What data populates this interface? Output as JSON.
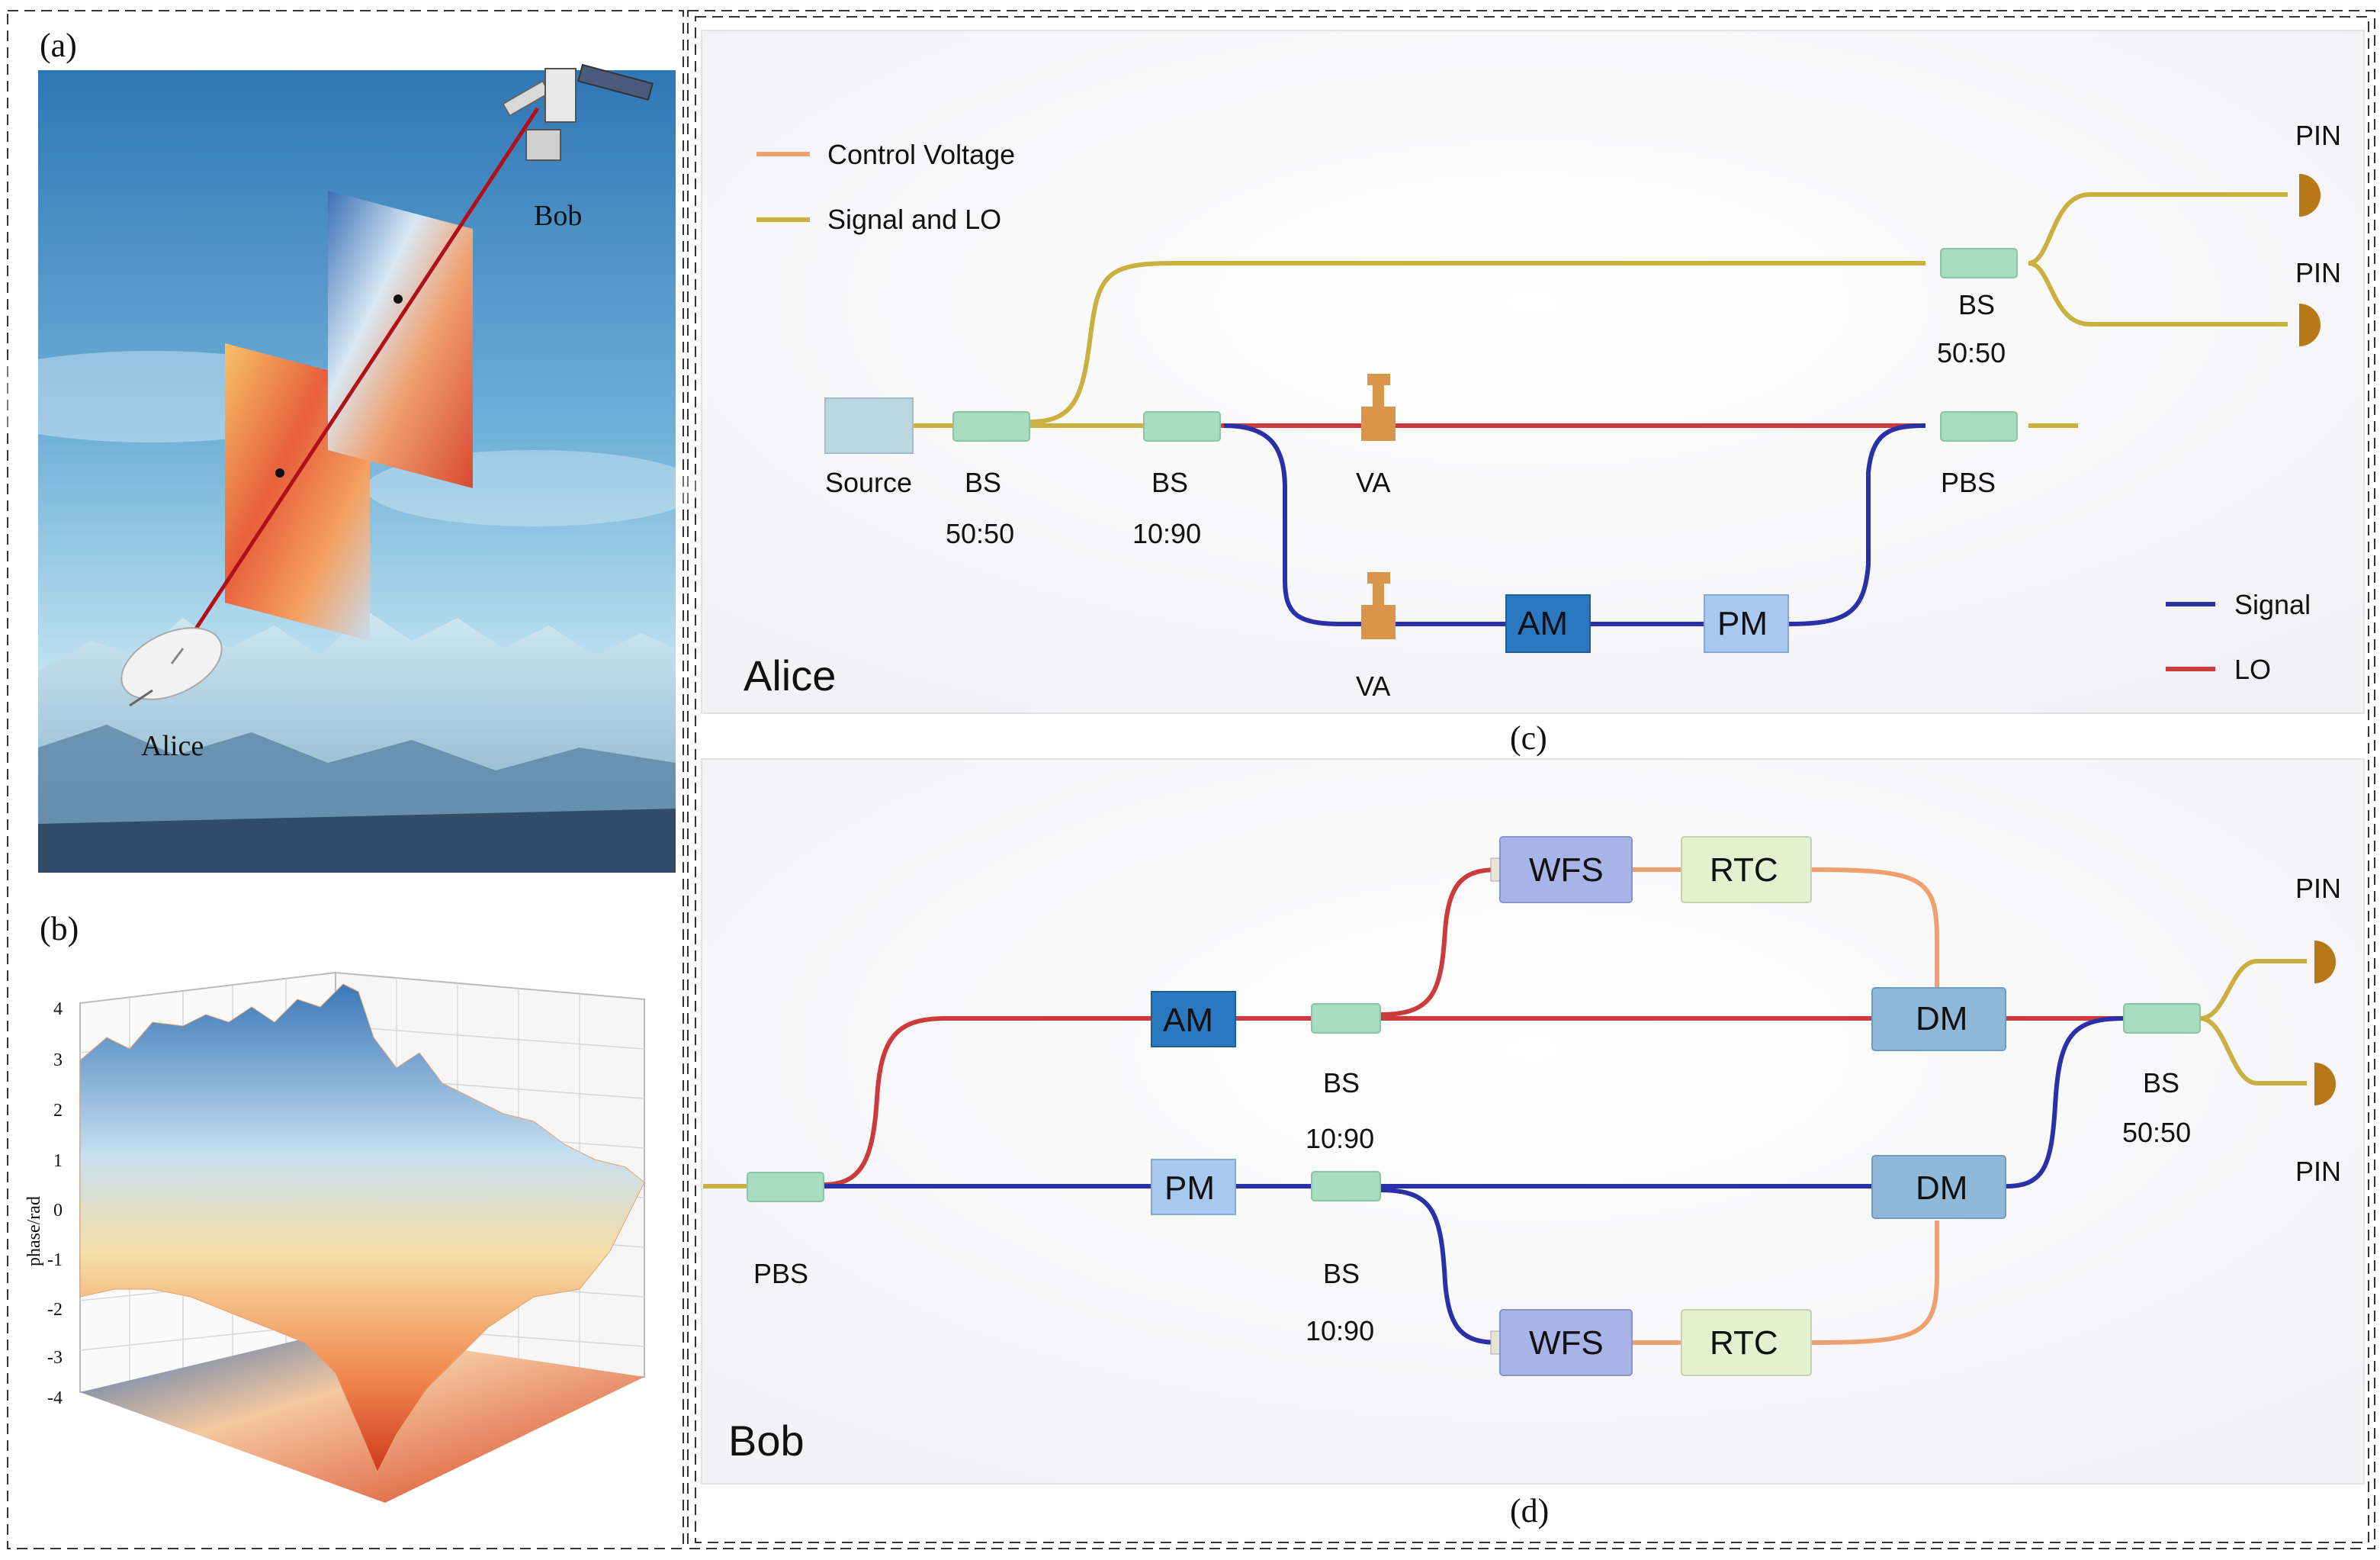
{
  "panels": {
    "a": {
      "letter": "(a)",
      "bob": "Bob",
      "alice": "Alice"
    },
    "b": {
      "letter": "(b)",
      "zlabel": "phase/rad",
      "ticks": [
        "4",
        "3",
        "2",
        "1",
        "0",
        "-1",
        "-2",
        "-3",
        "-4"
      ]
    },
    "c": {
      "letter": "(c)",
      "title": "Alice",
      "legend": {
        "control": "Control Voltage",
        "signal_lo": "Signal and LO",
        "signal": "Signal",
        "lo": "LO"
      },
      "labels": {
        "source": "Source",
        "bs1": "BS",
        "bs1_ratio": "50:50",
        "bs2": "BS",
        "bs2_ratio": "10:90",
        "va_top": "VA",
        "va_bottom": "VA",
        "am": "AM",
        "pm": "PM",
        "pbs": "PBS",
        "bs_out": "BS",
        "bs_out_ratio": "50:50",
        "pin1": "PIN",
        "pin2": "PIN"
      }
    },
    "d": {
      "letter": "(d)",
      "title": "Bob",
      "labels": {
        "pbs": "PBS",
        "am": "AM",
        "pm": "PM",
        "bs_top": "BS",
        "bs_top_ratio": "10:90",
        "bs_bot": "BS",
        "bs_bot_ratio": "10:90",
        "wfs_top": "WFS",
        "rtc_top": "RTC",
        "wfs_bot": "WFS",
        "rtc_bot": "RTC",
        "dm_top": "DM",
        "dm_bot": "DM",
        "bs_out": "BS",
        "bs_out_ratio": "50:50",
        "pin1": "PIN",
        "pin2": "PIN"
      }
    }
  },
  "colors": {
    "control": "#f0a070",
    "signal_lo": "#c9b040",
    "signal": "#2b2fa8",
    "lo": "#cc3b3b",
    "splitter": "#a8dcc0",
    "modulator_dark": "#2a78c0",
    "modulator_light": "#a8c8f0",
    "wfs": "#a8b4e8",
    "rtc": "#e6efd0",
    "dm": "#8fb8d8",
    "va": "#d9954a",
    "pin": "#b87818"
  }
}
